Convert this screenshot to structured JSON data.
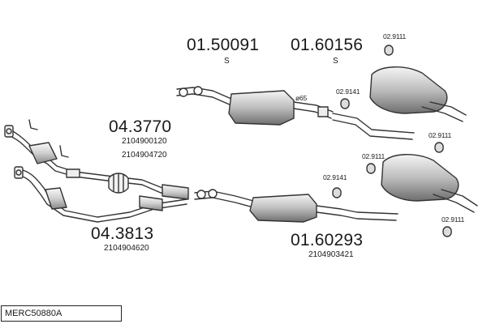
{
  "parts": {
    "top_middle_silencer": {
      "code": "01.50091",
      "suffix": "S"
    },
    "top_rear_silencer": {
      "code": "01.60156",
      "suffix": "S"
    },
    "top_front_pipe": {
      "code": "04.3770",
      "refs": [
        "2104900120",
        "2104904720"
      ]
    },
    "bottom_front_pipe": {
      "code": "04.3813",
      "refs": [
        "2104904620"
      ]
    },
    "bottom_silencer": {
      "code": "01.60293",
      "refs": [
        "2104903421"
      ]
    }
  },
  "small_parts": {
    "hanger_top_right_a": "02.9111",
    "hanger_top_mid": "02.9141",
    "hanger_top_right_b": "02.9111",
    "hanger_bottom_mid_a": "02.9111",
    "hanger_bottom_mid_b": "02.9141",
    "hanger_bottom_right": "02.9111",
    "pipe_diameter": "ø65"
  },
  "footer": {
    "code": "MERC50880A"
  }
}
